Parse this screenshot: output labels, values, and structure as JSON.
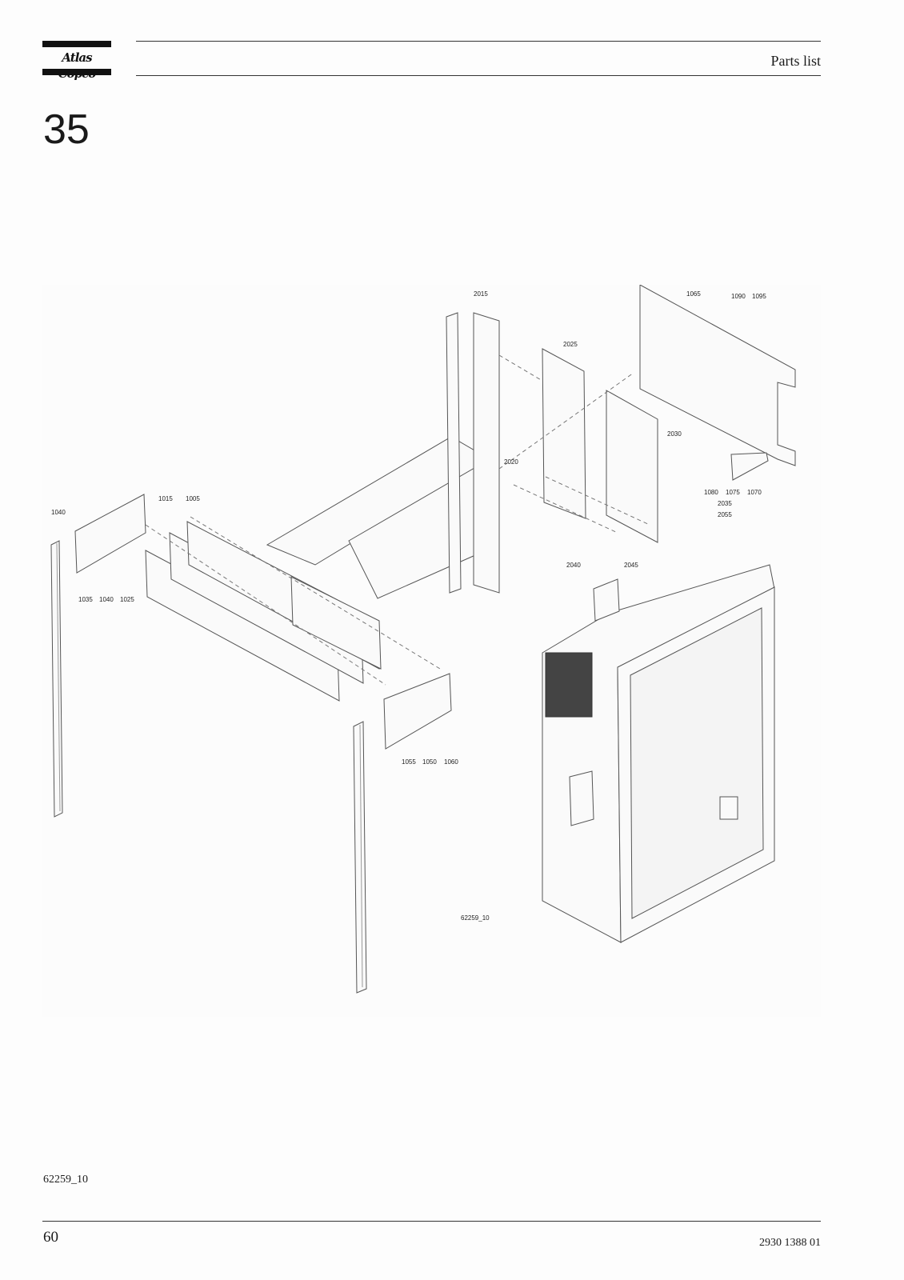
{
  "header": {
    "logo_text": "Atlas Copco",
    "title": "Parts list"
  },
  "section_number": "35",
  "drawing": {
    "figure_id": "62259_10",
    "callouts": {
      "c2015": "2015",
      "c2025": "2025",
      "c1065": "1065",
      "c1090": "1090",
      "c1095": "1095",
      "c2030": "2030",
      "c2020": "2020",
      "c1080": "1080",
      "c1075": "1075",
      "c1070": "1070",
      "c2035": "2035",
      "c2055": "2055",
      "c1015": "1015",
      "c1005": "1005",
      "c1040a": "1040",
      "c1035": "1035",
      "c1040b": "1040",
      "c1025": "1025",
      "c2040": "2040",
      "c2045": "2045",
      "c1055": "1055",
      "c1050": "1050",
      "c1060": "1060"
    }
  },
  "figure_reference": "62259_10",
  "footer": {
    "page_number": "60",
    "document_number": "2930 1388 01"
  }
}
